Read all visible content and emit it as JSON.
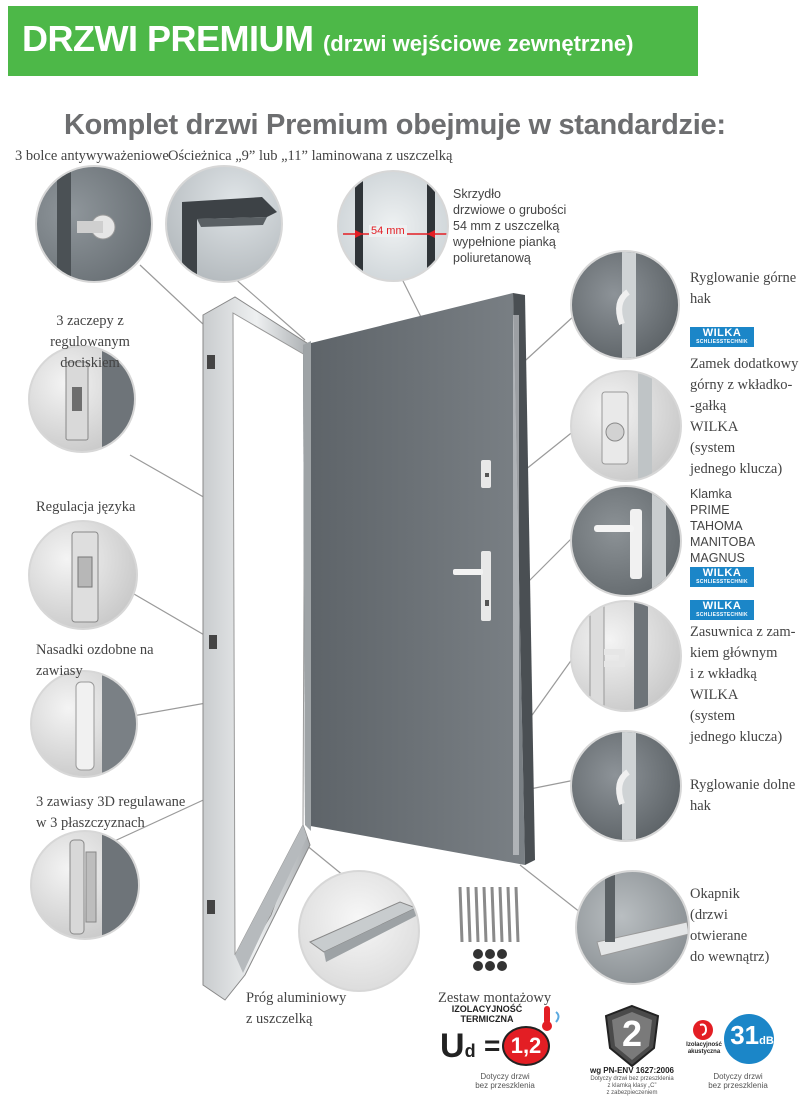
{
  "banner": {
    "title": "DRZWI PREMIUM",
    "subtitle": "(drzwi wejściowe zewnętrzne)"
  },
  "heading": "Komplet drzwi Premium obejmuje w standardzie:",
  "labels": {
    "bolts": "3 bolce  antywyważeniowe",
    "frame": "Ościeżnica „9” lub „11” laminowana z uszczelką",
    "leaf_lines": [
      "Skrzydło",
      "drzwiowe o grubości",
      "54 mm z uszczelką",
      "wypełnione pianką",
      "poliuretanową"
    ],
    "leaf_thickness": "54 mm",
    "strikes_lines": [
      "3 zaczepy z regulowanym",
      "dociskiem"
    ],
    "latch": "Regulacja języka",
    "caps_lines": [
      "Nasadki ozdobne na",
      "zawiasy"
    ],
    "hinges_lines": [
      "3 zawiasy 3D regulawane",
      "w 3 płaszczyznach"
    ],
    "threshold_lines": [
      "Próg aluminiowy",
      "z uszczelką"
    ],
    "kit": "Zestaw montażowy",
    "top_hook_lines": [
      "Ryglowanie górne",
      "hak"
    ],
    "extra_lock_lines": [
      "Zamek dodatkowy",
      "górny z wkładko-",
      "-gałką",
      "WILKA",
      "(system",
      "jednego klucza)"
    ],
    "handle_lines": [
      "Klamka",
      "PRIME",
      "TAHOMA",
      "MANITOBA",
      "MAGNUS"
    ],
    "main_lock_lines": [
      "Zasuwnica z zam-",
      "kiem głównym",
      "i z wkładką",
      "WILKA",
      "(system",
      "jednego klucza)"
    ],
    "bottom_hook_lines": [
      "Ryglowanie dolne",
      "hak"
    ],
    "drip_lines": [
      "Okapnik",
      "(drzwi",
      "otwierane",
      "do wewnątrz)"
    ]
  },
  "wilka": {
    "brand": "WILKA",
    "sub": "SCHLIESSTECHNIK"
  },
  "badges": {
    "thermal": {
      "title_lines": [
        "IZOLACYJNOŚĆ",
        "TERMICZNA"
      ],
      "symbol": "U",
      "subscript": "d",
      "equals": "=",
      "value": "1,2",
      "note_lines": [
        "Dotyczy drzwi",
        "bez przeszklenia"
      ]
    },
    "burglary": {
      "class": "2",
      "standard": "wg PN-ENV 1627:2006",
      "note_lines": [
        "Dotyczy drzwi bez przeszklenia",
        "z klamką klasy „C”",
        "z zabezpieczeniem"
      ]
    },
    "acoustic": {
      "title_lines": [
        "Izolacyjność",
        "akustyczna"
      ],
      "value": "31",
      "unit": "dB",
      "note_lines": [
        "Dotyczy drzwi",
        "bez przeszklenia"
      ]
    }
  },
  "colors": {
    "banner": "#4db848",
    "heading": "#6d6e70",
    "door": "#6e7479",
    "wilka": "#1b86c8",
    "accent_red": "#e31e24"
  }
}
